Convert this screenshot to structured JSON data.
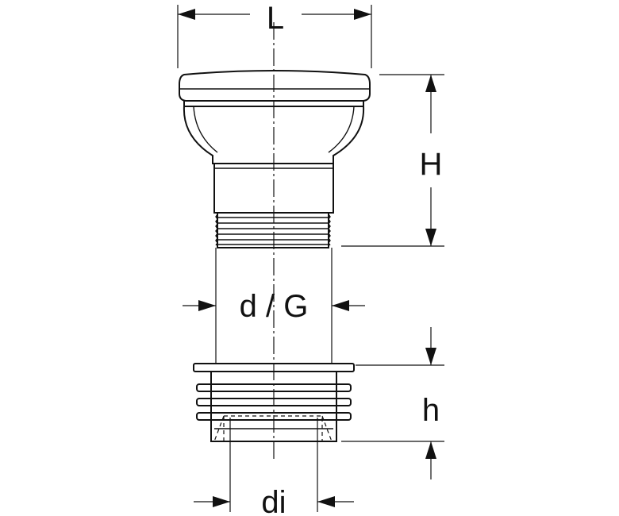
{
  "diagram": {
    "labels": {
      "length": "L",
      "height": "H",
      "diameter": "d / G",
      "socket_depth": "h",
      "inner_diameter": "di"
    }
  }
}
